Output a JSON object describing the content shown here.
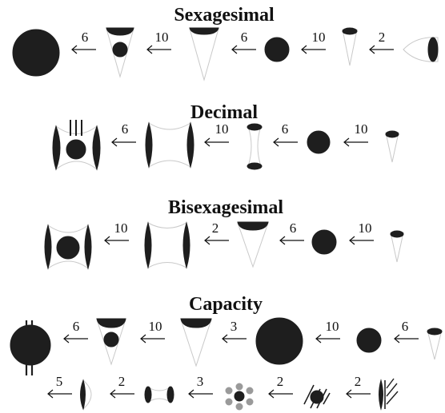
{
  "sections": [
    {
      "title": "Sexagesimal",
      "arrows": [
        "6",
        "10",
        "6",
        "10",
        "2"
      ],
      "signs": [
        "large-circle-icon",
        "deep-cone-with-dot-icon",
        "deep-cone-icon",
        "small-circle-icon",
        "narrow-cone-icon",
        "lying-cone-icon"
      ]
    },
    {
      "title": "Decimal",
      "arrows": [
        "6",
        "10",
        "6",
        "10"
      ],
      "signs": [
        "tall-bracket-with-circle-icon",
        "tall-bracket-pair-icon",
        "cone-pair-icon",
        "small-circle-icon",
        "narrow-cone-icon"
      ]
    },
    {
      "title": "Bisexagesimal",
      "arrows": [
        "10",
        "2",
        "6",
        "10"
      ],
      "signs": [
        "tall-bracket-with-circle-icon",
        "tall-bracket-pair-icon",
        "deep-cone-icon",
        "small-circle-icon",
        "narrow-cone-icon"
      ]
    },
    {
      "title": "Capacity",
      "arrows_row1": [
        "6",
        "10",
        "3",
        "10",
        "6"
      ],
      "arrows_row2": [
        "5",
        "2",
        "3",
        "2",
        "2"
      ],
      "signs_row1": [
        "large-circle-with-strokes-icon",
        "deep-cone-with-dot-icon",
        "deep-cone-icon",
        "large-circle-icon",
        "small-circle-icon",
        "narrow-cone-icon"
      ],
      "signs_row2": [
        "half-bracket-icon",
        "small-bracket-pair-icon",
        "dot-ring-icon",
        "hatched-dot-icon",
        "hatched-bracket-icon"
      ]
    }
  ],
  "colors": {
    "ink": "#1e1e1e",
    "outline": "#c9c9c9",
    "gray_dot": "#9a9a9a"
  }
}
